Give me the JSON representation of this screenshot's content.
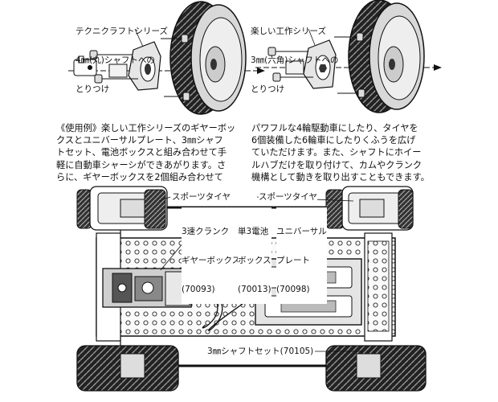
{
  "top_left_caption": [
    "テクニクラフトシリーズ",
    "4㎜(丸)シャフトへの",
    "とりつけ"
  ],
  "top_right_caption": [
    "楽しい工作シリーズ",
    "3㎜(六角)シャフトへの",
    "とりつけ"
  ],
  "paragraph_left": [
    "《使用例》楽しい工作シリーズのギヤーボッ",
    "クスとユニバーサルプレート、3㎜シャフ",
    "トセット、電池ボックスと組み合わせて手",
    "軽に自動車シャーシができあがります。さ",
    "らに、ギヤーボックスを2個組み合わせて"
  ],
  "paragraph_right": [
    "パワフルな4輪駆動車にしたり、タイヤを",
    "6個装備した6輪車にしたりくふうを広げ",
    "ていただけます。また、シャフトにホイー",
    "ルハブだけを取り付けて、カムやクランク",
    "機構として動きを取り出すこともできます。"
  ],
  "labels": {
    "sports_tire_left": "スポーツタイヤ",
    "sports_tire_right": "スポーツタイヤ",
    "crank_gearbox": [
      "3速クランク",
      "ギヤーボックス",
      "(70093)"
    ],
    "battery_box": [
      "単3電池",
      "ボックス",
      "(70013)"
    ],
    "universal_plate": [
      "ユニバーサル",
      "プレート",
      "(70098)"
    ],
    "shaft_set": "3㎜シャフトセット(70105)"
  }
}
